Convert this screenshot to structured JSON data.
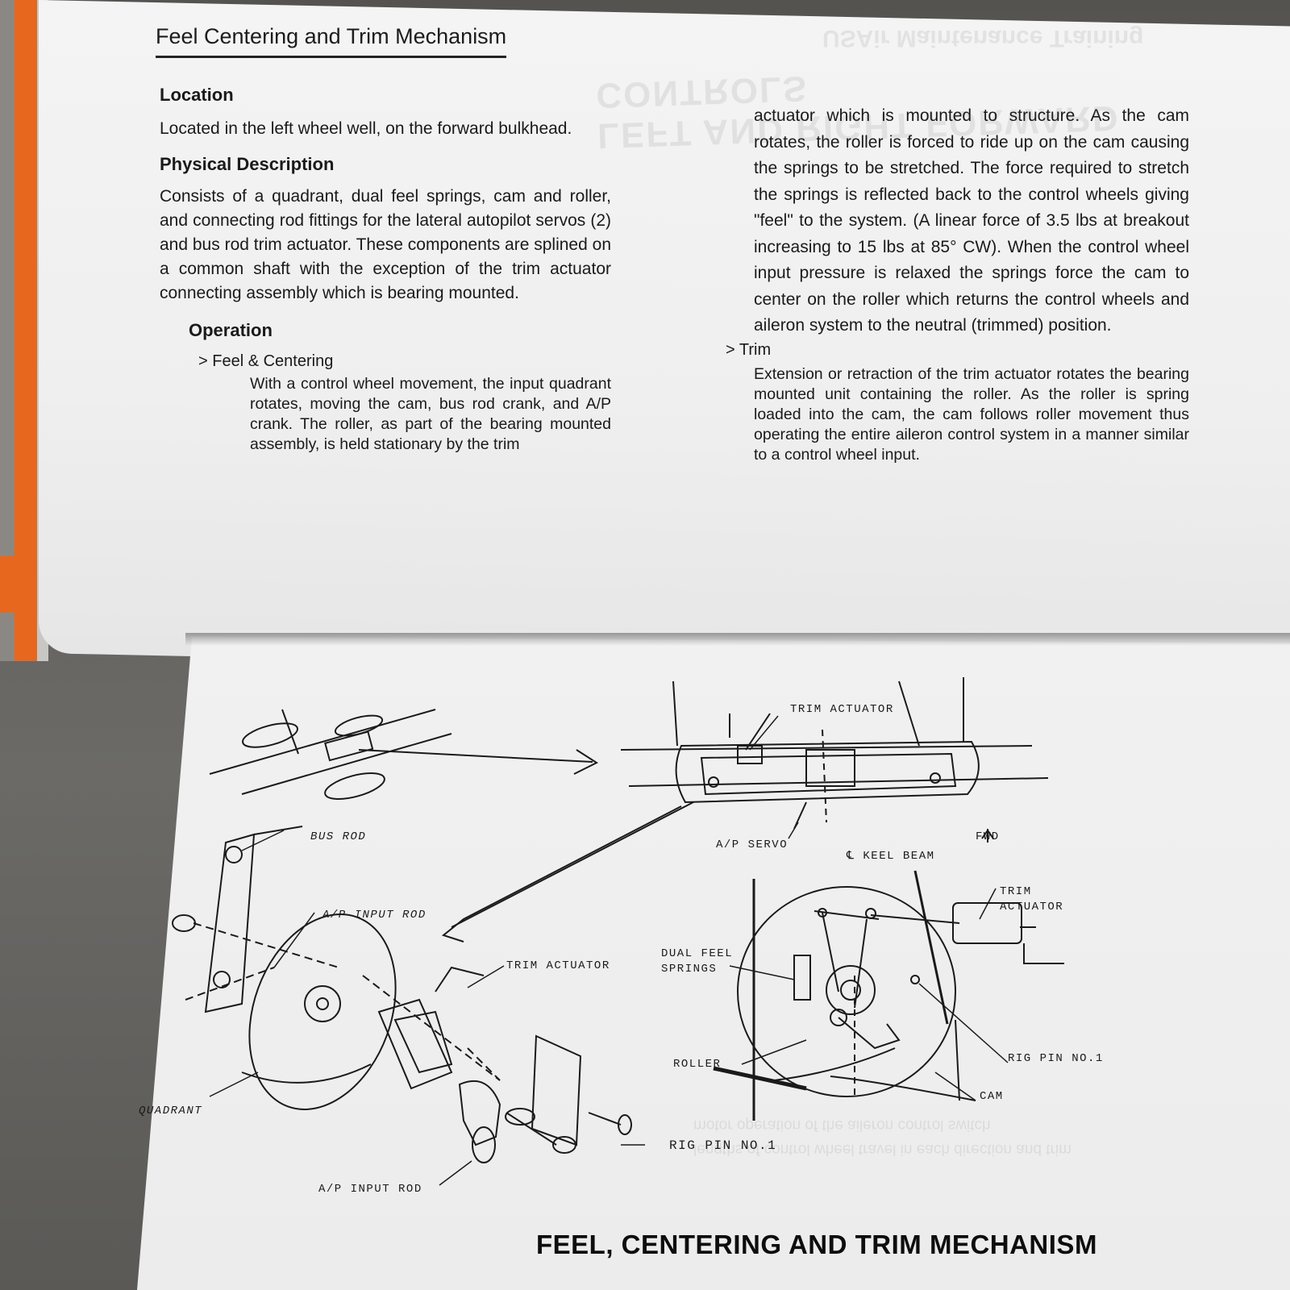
{
  "page": {
    "header_title": "Feel Centering and Trim Mechanism",
    "footer_title": "FEEL, CENTERING AND TRIM MECHANISM"
  },
  "location": {
    "heading": "Location",
    "text": "Located in the left wheel well, on the forward bulkhead."
  },
  "physical": {
    "heading": "Physical Description",
    "text": "Consists of a quadrant, dual feel springs, cam and roller, and connecting rod fittings for the lateral autopilot servos (2) and bus rod trim actuator. These components are splined on a common shaft with the exception of the trim actuator connecting assembly which is bearing mounted."
  },
  "operation": {
    "heading": "Operation",
    "feel_label": "> Feel & Centering",
    "feel_text_left": "With a control wheel movement, the input quadrant rotates, moving the cam, bus rod crank, and A/P crank. The roller, as part of the bearing mounted assembly, is held stationary by the trim",
    "feel_text_right": "actuator which is mounted to structure. As the cam rotates, the roller is forced to ride up on the cam causing the springs to be stretched. The force required to stretch the springs is reflected back to the control wheels giving \"feel\" to the system. (A linear force of 3.5 lbs at breakout increasing to 15 lbs at 85° CW). When the control wheel input pressure is relaxed the springs force the cam to center on the roller which returns the control wheels and aileron system to the neutral (trimmed) position.",
    "trim_label": "> Trim",
    "trim_text": "Extension or retraction of the trim actuator rotates the bearing mounted unit containing the roller. As the roller is spring loaded into the cam, the cam follows roller movement thus operating the entire aileron control system in a manner similar to a control wheel input."
  },
  "diagram_labels": {
    "trim_actuator_top": "TRIM ACTUATOR",
    "ap_servo": "A/P SERVO",
    "keel_beam": "℄ KEEL BEAM",
    "fwd": "FWD",
    "bus_rod": "BUS ROD",
    "ap_input_rod_top": "A/P INPUT ROD",
    "trim_actuator_mid": "TRIM ACTUATOR",
    "quadrant": "QUADRANT",
    "rig_pin_left": "RIG PIN NO.1",
    "ap_input_rod_bottom": "A/P INPUT ROD",
    "trim_actuator_right_1": "TRIM",
    "trim_actuator_right_2": "ACTUATOR",
    "dual_feel_springs_1": "DUAL FEEL",
    "dual_feel_springs_2": "SPRINGS",
    "roller": "ROLLER",
    "rig_pin_right": "RIG PIN NO.1",
    "cam": "CAM"
  }
}
